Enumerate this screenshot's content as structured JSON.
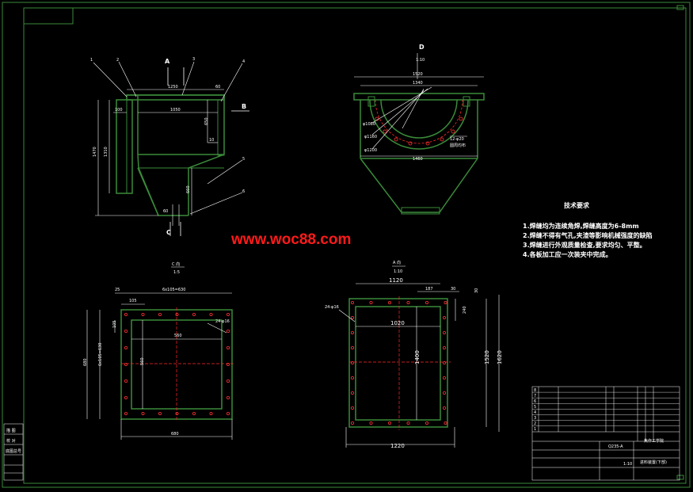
{
  "colors": {
    "background": "#000000",
    "outline": "#3a8a3a",
    "dimension": "#ffffff",
    "centerline": "#ff2a2a",
    "watermark": "#ff1a1a",
    "bolt": "#ff3333"
  },
  "watermark": "www.woc88.com",
  "top_left_view": {
    "markers": [
      "A",
      "B",
      "C"
    ],
    "callouts": [
      "1",
      "2",
      "3",
      "4",
      "5",
      "6"
    ],
    "dims": {
      "top_width": "1250",
      "gap": "60",
      "inner_width": "1050",
      "left_flange": "100",
      "total_height": "1470",
      "body_height": "1310",
      "wall_height": "650",
      "wall": "10",
      "hopper": "660",
      "bottom": "60"
    }
  },
  "top_right_view": {
    "label": "D",
    "scale": "1:10",
    "dims": {
      "outer": "1520",
      "inner": "1340",
      "radius1": "φ1080",
      "radius2": "φ1160",
      "radius3": "φ1200",
      "holes": "12-φ20",
      "holes_note": "圆周均布",
      "base": "1460"
    }
  },
  "tech_notes": {
    "title": "技术要求",
    "items": [
      "1.焊缝均为连续角焊,焊缝高度为6-8mm",
      "2.焊缝不得有气孔,夹渣等影响机械强度的缺陷",
      "3.焊缝进行外观质量检查,要求均匀、平整。",
      "4.各板加工应一次装夹中完成。"
    ]
  },
  "view_c": {
    "label": "C 向",
    "scale": "1:5",
    "dims": {
      "top_left": "25",
      "top_span": "6x105=630",
      "first": "105",
      "left_side": "105",
      "inner_w": "560",
      "inner_h": "560",
      "holes": "24-φ16",
      "outer_h": "680",
      "side_span": "6x105=630",
      "outer_w": "680"
    }
  },
  "view_a": {
    "label": "A 向",
    "scale": "1:10",
    "dims": {
      "top_w": "1120",
      "a": "187",
      "b": "30",
      "c": "30",
      "holes": "24-φ16",
      "right_small": "240",
      "inner_w": "1020",
      "inner_h": "1400",
      "h1": "1520",
      "h2": "1620",
      "bottom_w": "1220"
    }
  },
  "title_block": {
    "rows": [
      "8",
      "7",
      "6",
      "5",
      "4",
      "3",
      "2",
      "1"
    ],
    "material": "Q235-A",
    "school": "焦作工学院",
    "drawing_name": "进料装置(下部)",
    "scale_value": "1:10",
    "left_labels": [
      "描 图",
      "校 对",
      "底图总号"
    ]
  }
}
